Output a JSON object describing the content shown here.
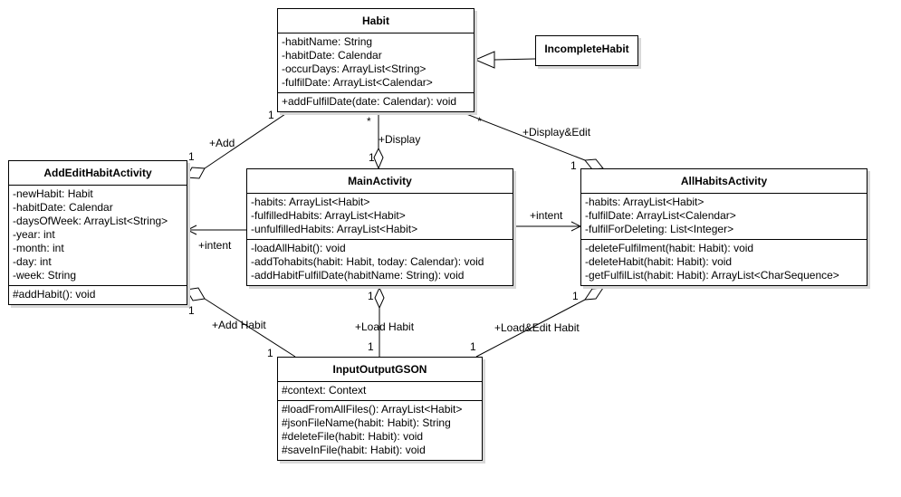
{
  "classes": {
    "habit": {
      "name": "Habit",
      "attributes": [
        "-habitName: String",
        "-habitDate: Calendar",
        "-occurDays: ArrayList<String>",
        "-fulfilDate: ArrayList<Calendar>"
      ],
      "methods": [
        "+addFulfilDate(date: Calendar): void"
      ]
    },
    "incomplete_habit": {
      "name": "IncompleteHabit"
    },
    "add_edit": {
      "name": "AddEditHabitActivity",
      "attributes": [
        "-newHabit: Habit",
        "-habitDate: Calendar",
        "-daysOfWeek: ArrayList<String>",
        "-year: int",
        "-month: int",
        "-day: int",
        "-week: String"
      ],
      "methods": [
        "#addHabit(): void"
      ]
    },
    "main": {
      "name": "MainActivity",
      "attributes": [
        "-habits: ArrayList<Habit>",
        "-fulfilledHabits: ArrayList<Habit>",
        "-unfulfilledHabits: ArrayList<Habit>"
      ],
      "methods": [
        "-loadAllHabit(): void",
        "-addTohabits(habit: Habit, today: Calendar): void",
        "-addHabitFulfilDate(habitName: String): void"
      ]
    },
    "all_habits": {
      "name": "AllHabitsActivity",
      "attributes": [
        "-habits: ArrayList<Habit>",
        "-fulfilDate: ArrayList<Calendar>",
        "-fulfilForDeleting: List<Integer>"
      ],
      "methods": [
        "-deleteFulfilment(habit: Habit): void",
        "-deleteHabit(habit: Habit): void",
        "-getFulfilList(habit: Habit): ArrayList<CharSequence>"
      ]
    },
    "io": {
      "name": "InputOutputGSON",
      "attributes": [
        "#context: Context"
      ],
      "methods": [
        "#loadFromAllFiles(): ArrayList<Habit>",
        "#jsonFileName(habit: Habit): String",
        "#deleteFile(habit: Habit): void",
        "#saveInFile(habit: Habit): void"
      ]
    }
  },
  "relations": {
    "add": {
      "label": "+Add",
      "mult_a": "1",
      "mult_b": "1"
    },
    "display": {
      "label": "+Display",
      "mult_a": "*",
      "mult_b": "1"
    },
    "display_edit": {
      "label": "+Display&Edit",
      "mult_a": "*",
      "mult_b": "1"
    },
    "intent_left": {
      "label": "+intent"
    },
    "intent_right": {
      "label": "+intent"
    },
    "add_habit": {
      "label": "+Add Habit",
      "mult_a": "1",
      "mult_b": "1"
    },
    "load_habit": {
      "label": "+Load Habit",
      "mult_a": "1",
      "mult_b": "1"
    },
    "load_edit_habit": {
      "label": "+Load&Edit Habit",
      "mult_a": "1",
      "mult_b": "1"
    }
  }
}
